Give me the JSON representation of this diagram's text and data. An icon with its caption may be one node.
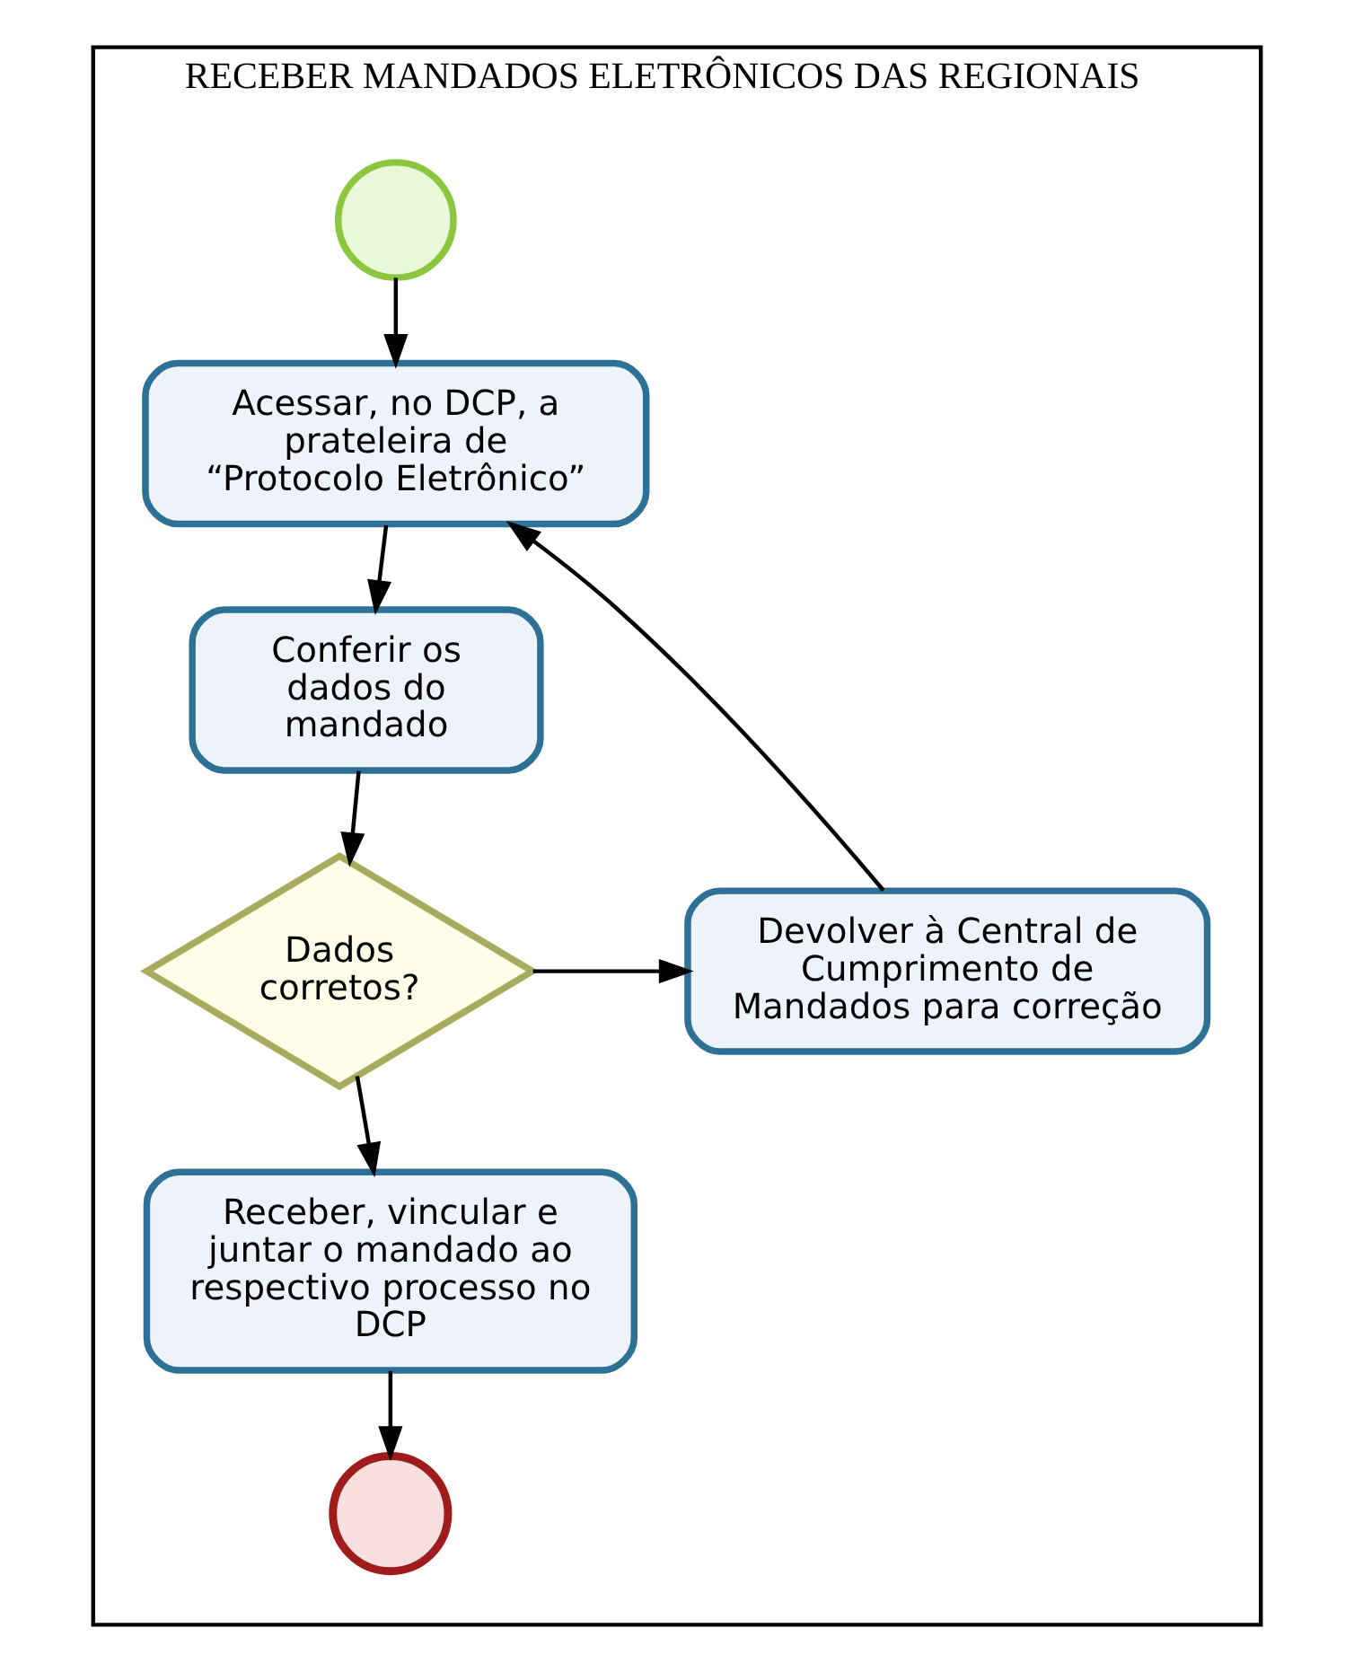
{
  "diagram": {
    "nodes": [
      {
        "text": [
          "RECEBER MANDADOS ELETRÔNICOS DAS REGIONAIS"
        ]
      },
      {
        "text": [],
        "shape": "circle",
        "in": 0
      },
      {
        "text": [
          "Acessar, no DCP, a prateleira de “Protocolo Eletrônico”"
        ],
        "in": 0
      },
      {
        "text": [
          "Conferir os dados do mandado"
        ],
        "in": 0
      },
      {
        "text": [
          "Dados corretos?"
        ],
        "in": 0
      },
      {
        "text": [
          "Devolver à Central de Cumprimento de Mandados para correção"
        ],
        "in": 0
      },
      {
        "text": [
          "Receber, vincular e juntar o mandado ao respectivo processo no DCP"
        ],
        "in": 0
      },
      {
        "text": [],
        "shape": "circle",
        "in": 0
      }
    ],
    "edges": [
      {
        "from": 1,
        "to": 2,
        "arrow": "to"
      },
      {
        "from": 2,
        "to": 3,
        "arrow": "to"
      },
      {
        "from": 3,
        "to": 4,
        "arrow": "to"
      },
      {
        "from": 4,
        "to": 5,
        "arrow": "to"
      },
      {
        "from": 4,
        "to": 6,
        "arrow": "to"
      },
      {
        "from": 5,
        "to": 2,
        "arrow": "to"
      },
      {
        "from": 6,
        "to": 7,
        "arrow": "to"
      }
    ]
  }
}
